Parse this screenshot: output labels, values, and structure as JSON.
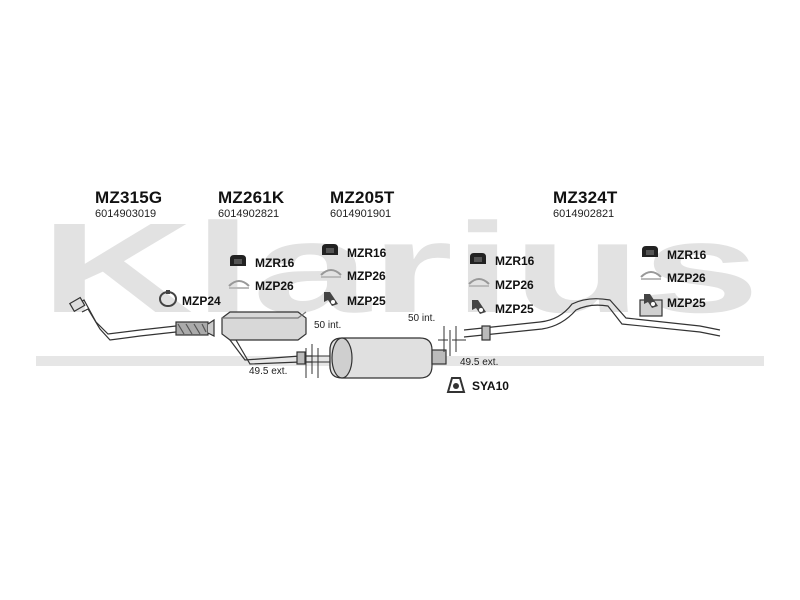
{
  "watermark": "Klarius",
  "assemblies": [
    {
      "code": "MZ315G",
      "number": "6014903019"
    },
    {
      "code": "MZ261K",
      "number": "6014902821"
    },
    {
      "code": "MZ205T",
      "number": "6014901901"
    },
    {
      "code": "MZ324T",
      "number": "6014902821"
    }
  ],
  "fittings": {
    "mzr16": "MZR16",
    "mzp26": "MZP26",
    "mzp25": "MZP25",
    "mzp24": "MZP24",
    "sya10": "SYA10"
  },
  "dimensions": {
    "int_50": "50 int.",
    "ext_49_5": "49.5 ext."
  },
  "icons": [
    "rubber-mount-icon",
    "pipe-clamp-icon",
    "hanger-bracket-icon",
    "clamp-ring-icon",
    "gasket-icon"
  ]
}
